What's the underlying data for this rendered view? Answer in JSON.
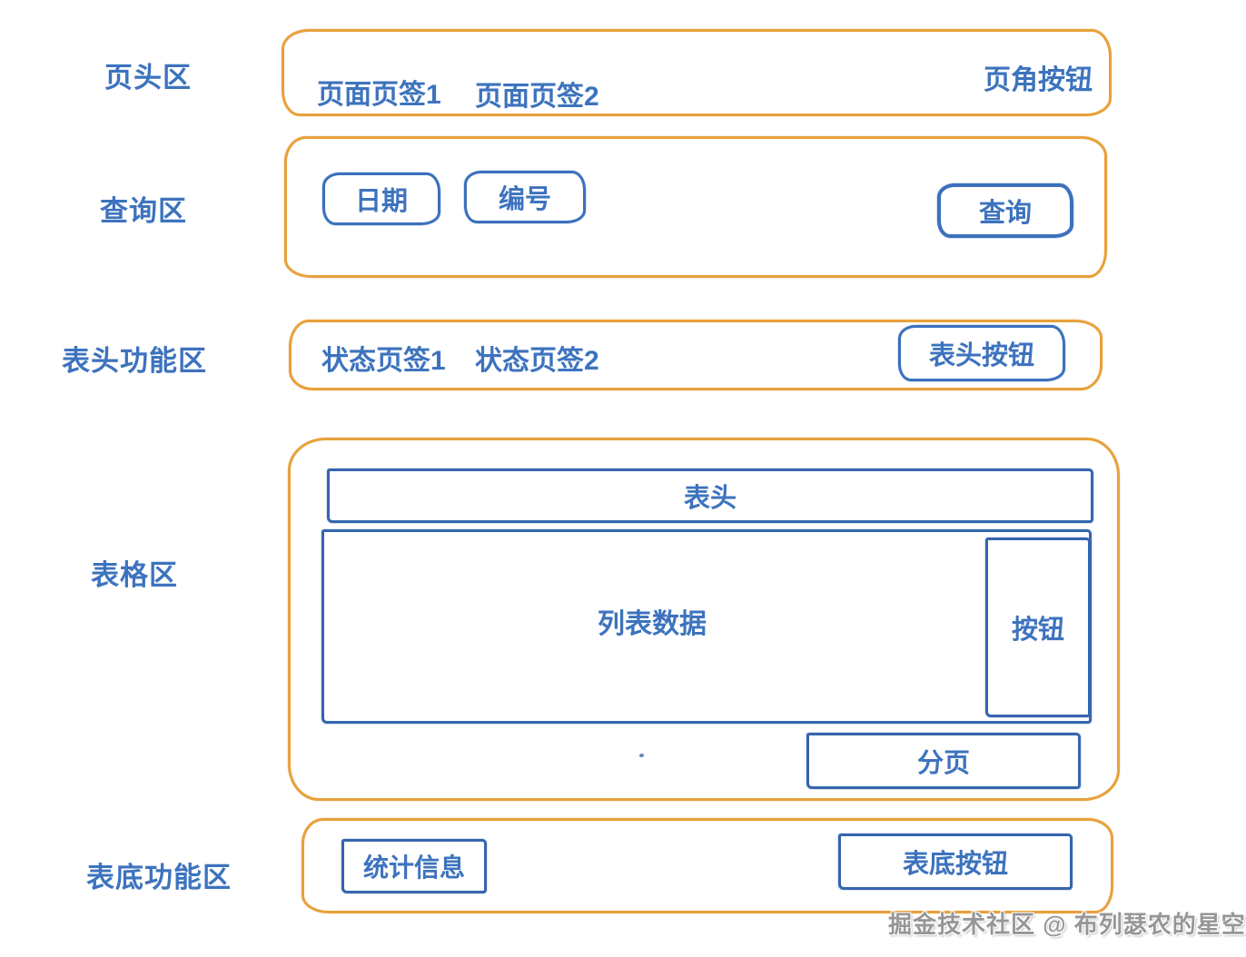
{
  "page": {
    "watermark": "掘金技术社区 @ 布列瑟农的星空",
    "colors": {
      "container_accent": "#E8A13C",
      "widget_accent": "#3B70BC",
      "text_blue": "#3D73BE",
      "watermark_gray": "#969696"
    }
  },
  "header_section": {
    "label": "页头区",
    "page_tab1": "页面页签1",
    "page_tab2": "页面页签2",
    "corner_button": "页角按钮"
  },
  "query_section": {
    "label": "查询区",
    "date_field": "日期",
    "number_field": "编号",
    "query_button": "查询"
  },
  "table_header_section": {
    "label": "表头功能区",
    "status_tab1": "状态页签1",
    "status_tab2": "状态页签2",
    "header_button": "表头按钮"
  },
  "table_section": {
    "label": "表格区",
    "table_head": "表头",
    "list_data": "列表数据",
    "row_button": "按钮",
    "pagination": "分页"
  },
  "footer_section": {
    "label": "表底功能区",
    "stats_info": "统计信息",
    "footer_button": "表底按钮"
  }
}
